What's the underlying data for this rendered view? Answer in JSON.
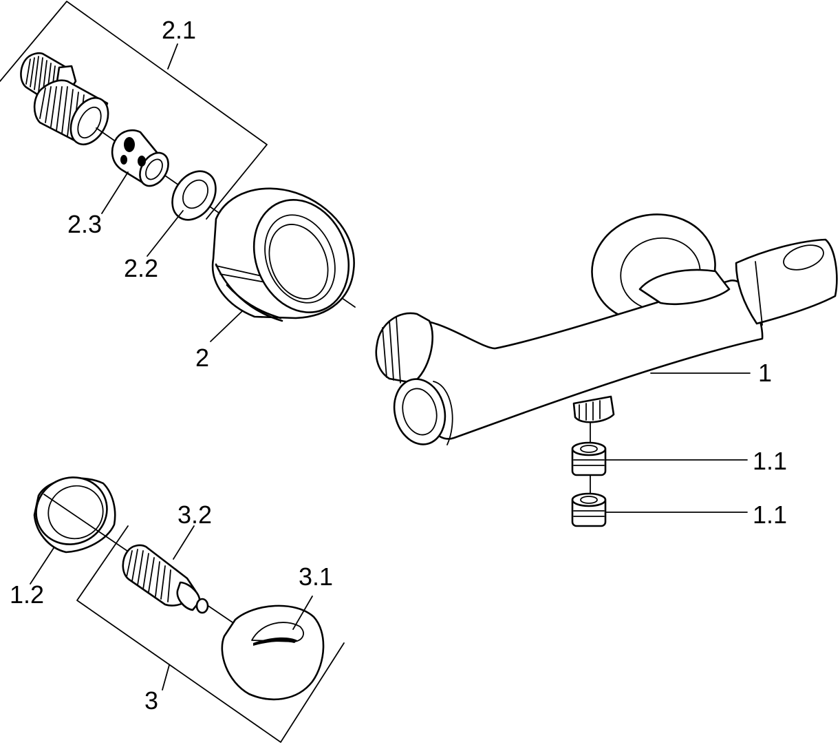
{
  "callouts": {
    "c_2_1": "2.1",
    "c_2_3": "2.3",
    "c_2_2": "2.2",
    "c_2": "2",
    "c_1": "1",
    "c_1_1_a": "1.1",
    "c_1_1_b": "1.1",
    "c_3_2": "3.2",
    "c_3_1": "3.1",
    "c_1_2": "1.2",
    "c_3": "3"
  },
  "colors": {
    "line": "#000000",
    "background": "#ffffff"
  }
}
